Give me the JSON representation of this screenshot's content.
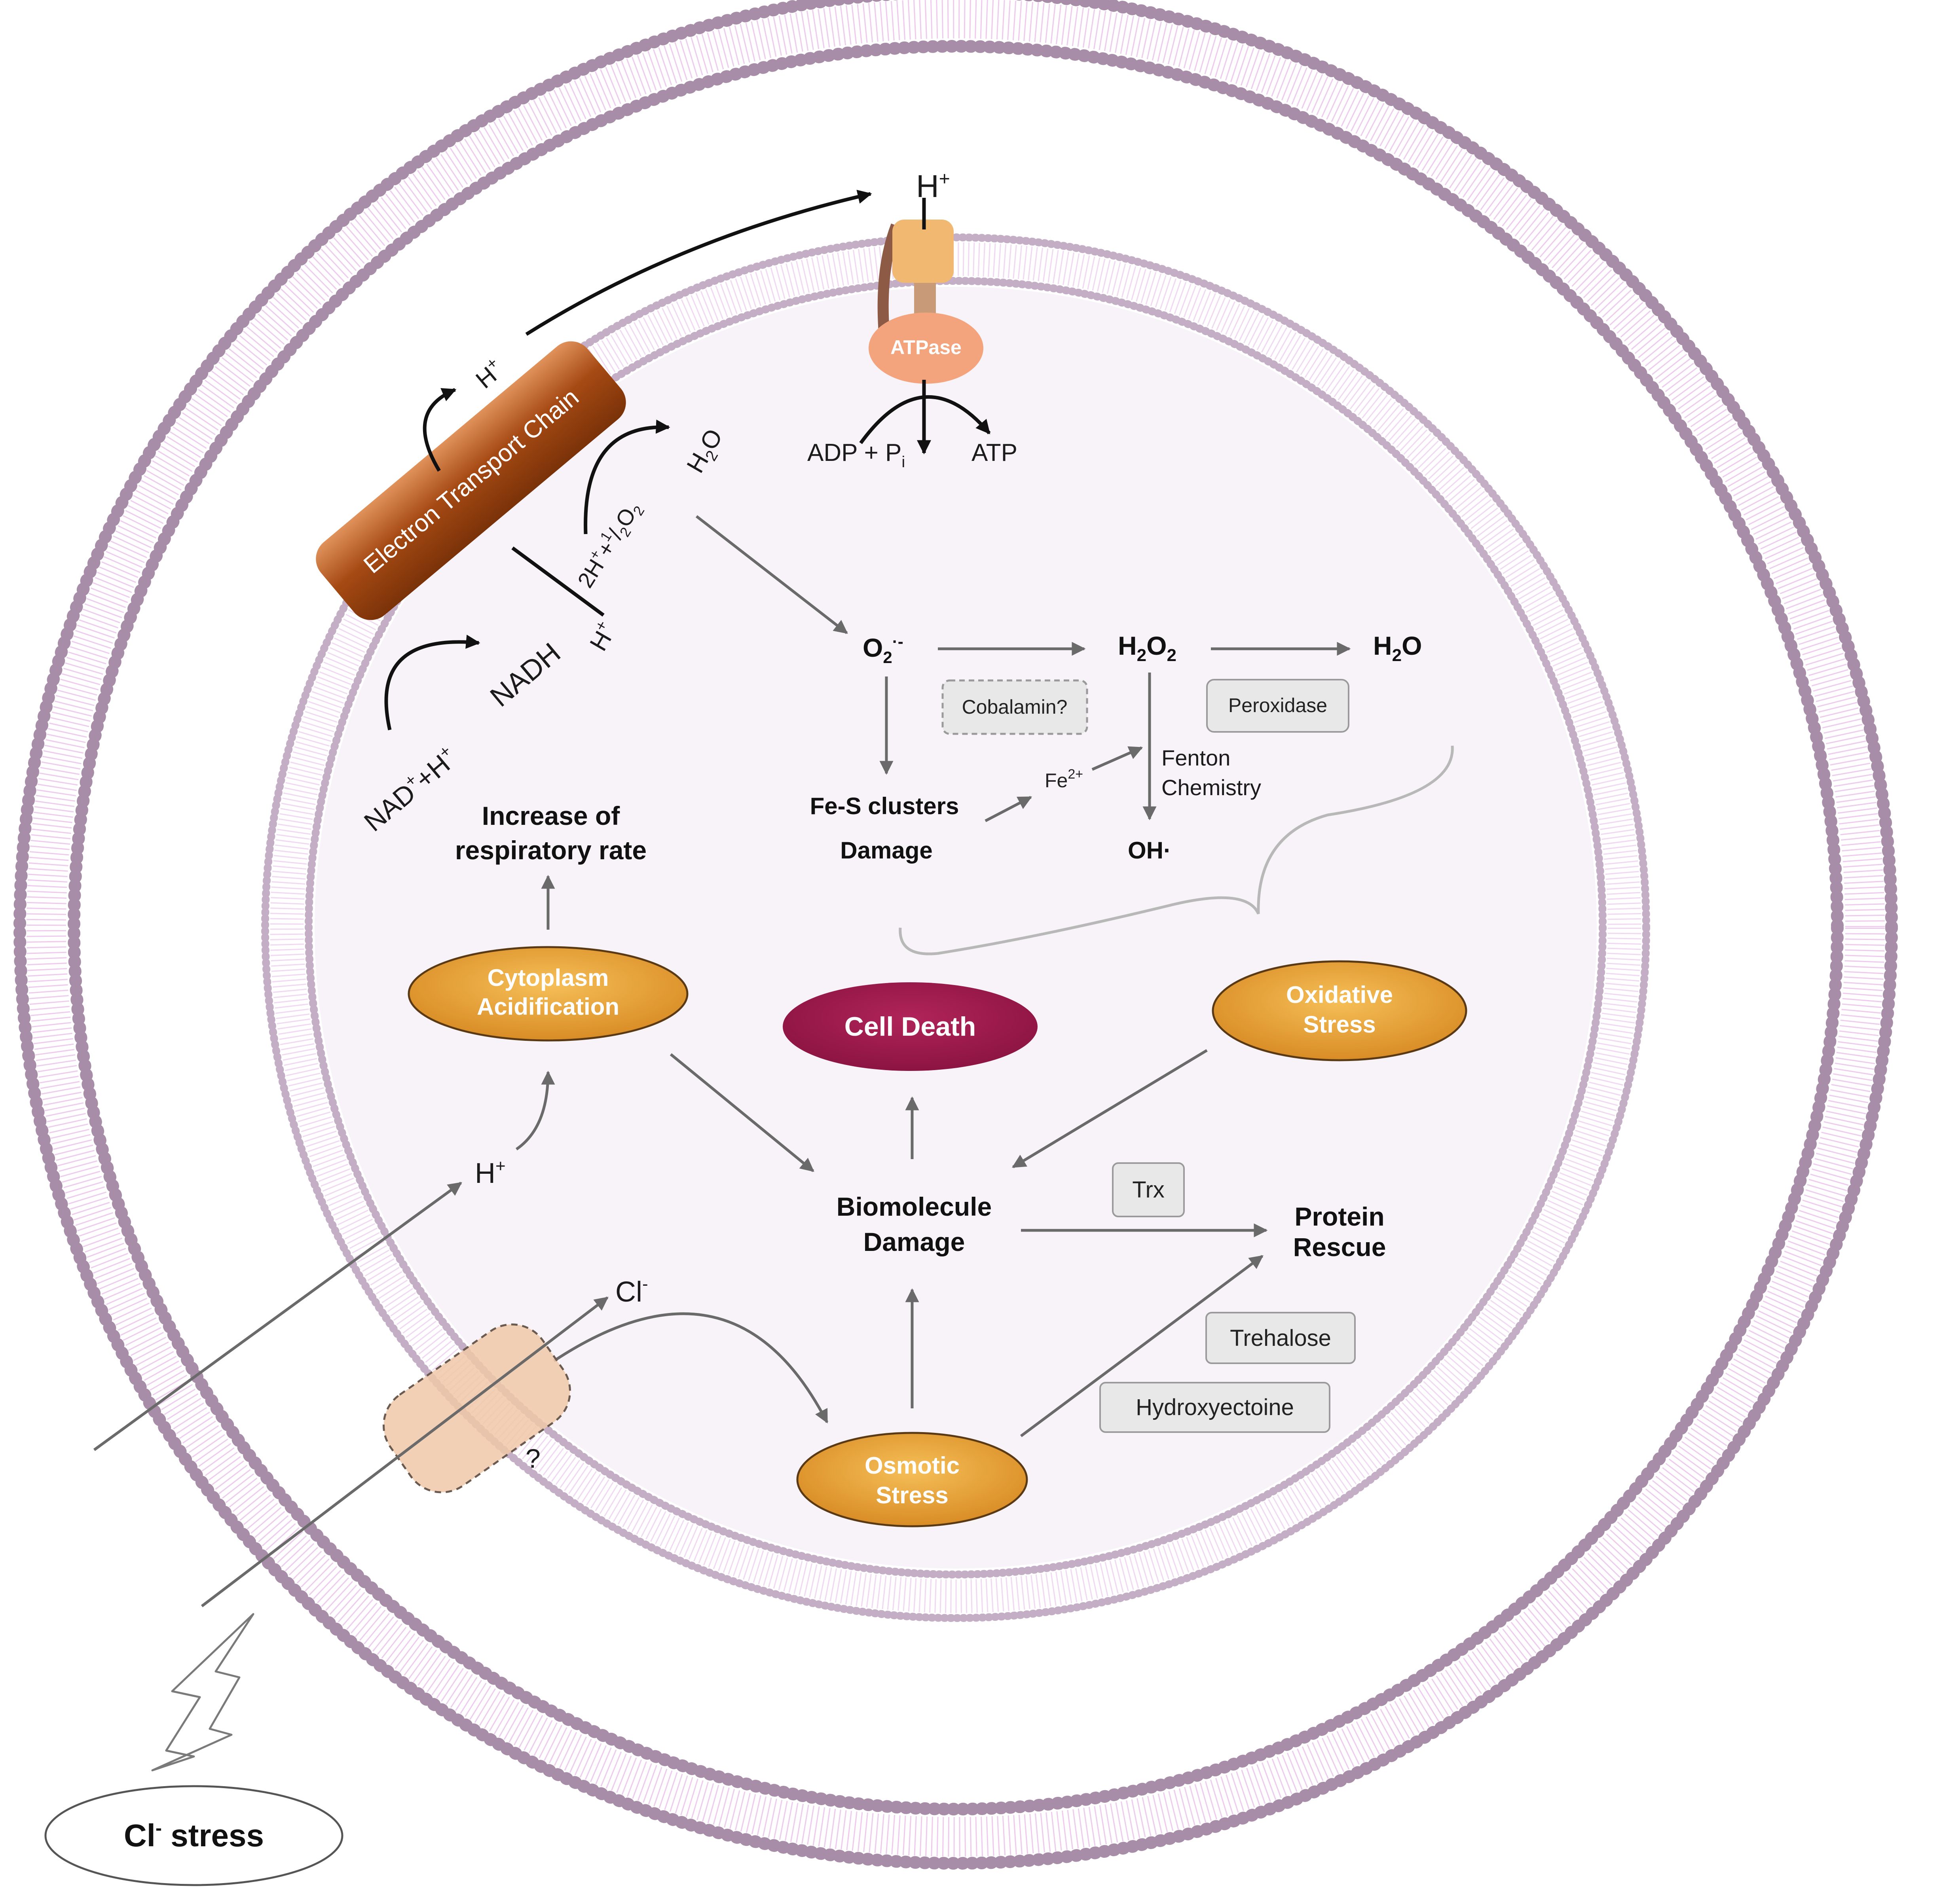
{
  "colors": {
    "membrane_head": "#a88da9",
    "membrane_tail": "#e9c3ea",
    "cytoplasm": "#f8f3f8",
    "stress_node": "#e6a33a",
    "death_node": "#9c1a4d",
    "etc_bar": "#a64a14",
    "atpase": "#f0b870",
    "arrow_gray": "#6a6a6a",
    "arrow_black": "#111111",
    "box_fill": "#e8e8e8",
    "channel": "#f0c8a8"
  },
  "etc": {
    "label": "Electron Transport Chain"
  },
  "atpase": {
    "label": "ATPase"
  },
  "labels": {
    "h_out": "H",
    "h_out_sup": "+",
    "h_etc_top": "H",
    "h_etc_top_sup": "+",
    "h2o_etc_main": "H",
    "h2o_etc_sub": "2",
    "h2o_etc_end": "O",
    "o2_red_pre": "2H",
    "o2_red_sup1": "+",
    "o2_red_mid": "+",
    "o2_red_frac_num": "1",
    "o2_red_slash": "/",
    "o2_red_frac_den": "2",
    "o2_red_o": "O",
    "o2_red_sub": "2",
    "h_etc_bottom": "H",
    "h_etc_bottom_sup": "+",
    "nadh": "NADH",
    "nad_pre": "NAD",
    "nad_sup1": "+",
    "nad_mid": "+H",
    "nad_sup2": "+",
    "adp_main": "ADP + P",
    "adp_sub": "i",
    "atp": "ATP",
    "superoxide_main": "O",
    "superoxide_sub": "2",
    "superoxide_sup": "·-",
    "h2o2_h": "H",
    "h2o2_sub1": "2",
    "h2o2_o": "O",
    "h2o2_sub2": "2",
    "h2o_end_h": "H",
    "h2o_end_sub": "2",
    "h2o_end_o": "O",
    "fes_clusters": "Fe-S clusters",
    "fes_damage": "Damage",
    "fe_main": "Fe",
    "fe_sup": "2+",
    "fenton_1": "Fenton",
    "fenton_2": "Chemistry",
    "hydroxyl": "OH·",
    "resp_rate_1": "Increase of",
    "resp_rate_2": "respiratory rate",
    "h_in": "H",
    "h_in_sup": "+",
    "cl_in": "Cl",
    "cl_in_sup": "-",
    "question": "?",
    "biomolecule_1": "Biomolecule",
    "biomolecule_2": "Damage",
    "protein_rescue_1": "Protein",
    "protein_rescue_2": "Rescue",
    "stress_main": "Cl",
    "stress_sup": "-",
    "stress_end": " stress"
  },
  "boxes": {
    "cobalamin": "Cobalamin?",
    "peroxidase": "Peroxidase",
    "trx": "Trx",
    "trehalose": "Trehalose",
    "hydroxyectoine": "Hydroxyectoine"
  },
  "nodes": {
    "cytoplasm_acid_1": "Cytoplasm",
    "cytoplasm_acid_2": "Acidification",
    "cell_death": "Cell Death",
    "oxidative_1": "Oxidative",
    "oxidative_2": "Stress",
    "osmotic_1": "Osmotic",
    "osmotic_2": "Stress"
  }
}
